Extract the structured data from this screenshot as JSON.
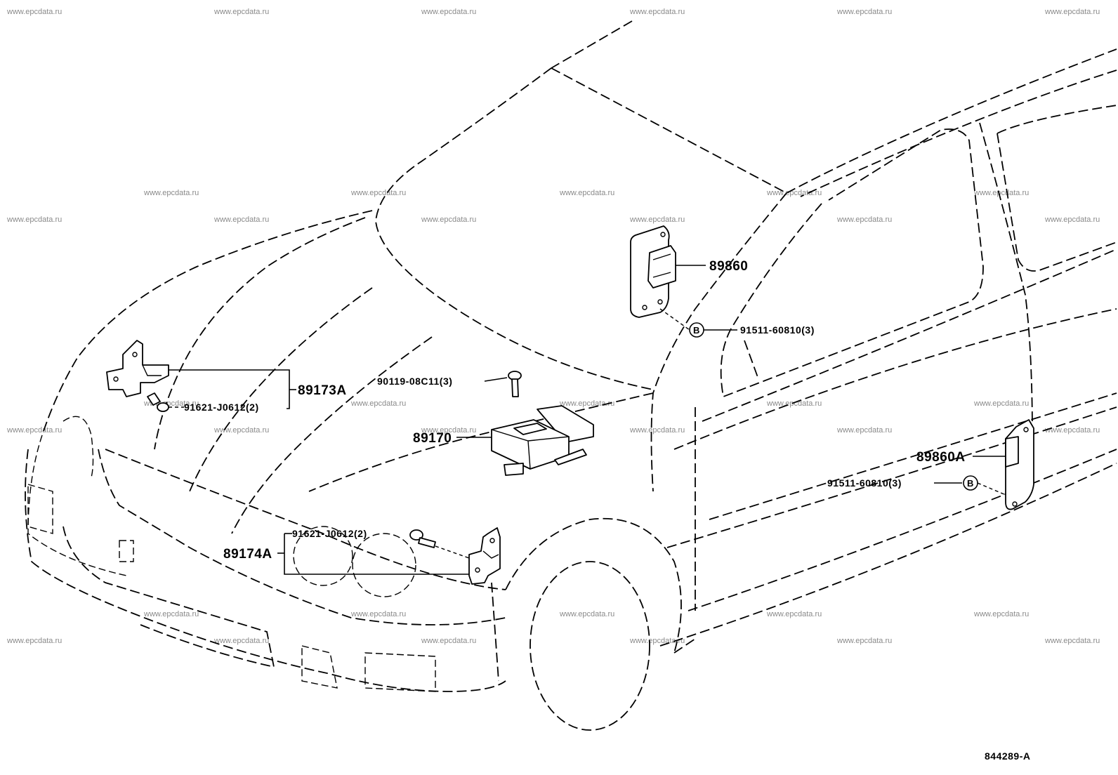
{
  "watermark": "www.epcdata.ru",
  "diagram_code": "844289-A",
  "labels": {
    "p89860": "89860",
    "p91511_top": "91511-60810(3)",
    "p89173A": "89173A",
    "p91621_top": "91621-J0612(2)",
    "p90119": "90119-08C11(3)",
    "p89170": "89170",
    "p89860A": "89860A",
    "p91511_bottom": "91511-60810(3)",
    "p91621_bottom": "91621-J0612(2)",
    "p89174A": "89174A",
    "marker_b": "B"
  }
}
